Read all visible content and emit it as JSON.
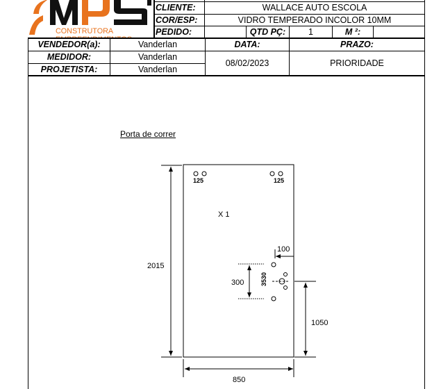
{
  "logo": {
    "letters": "MPS",
    "tagline": "CONSTRUTORA EMPREENDIMENTOS"
  },
  "header": {
    "cliente_label": "CLIENTE:",
    "cliente_value": "WALLACE AUTO ESCOLA",
    "cor_label": "COR/ESP:",
    "cor_value": "VIDRO TEMPERADO INCOLOR 10MM",
    "pedido_label": "PEDIDO:",
    "pedido_value": "",
    "qtd_label": "QTD PÇ:",
    "qtd_value": "1",
    "m2_label": "M ²:",
    "m2_value": ""
  },
  "info": {
    "vendedor_label": "VENDEDOR(a):",
    "vendedor_value": "Vanderlan",
    "medidor_label": "MEDIDOR:",
    "medidor_value": "Vanderlan",
    "projetista_label": "PROJETISTA:",
    "projetista_value": "Vanderlan",
    "data_label": "DATA:",
    "data_value": "08/02/2023",
    "prazo_label": "PRAZO:",
    "prazo_value": "PRIORIDADE"
  },
  "drawing": {
    "title": "Porta de correr",
    "quantity": "X 1",
    "height": "2015",
    "width": "850",
    "hole_left": "125",
    "hole_right": "125",
    "offset_100": "100",
    "spacing_300": "300",
    "handle_3530": "3530",
    "height_1050": "1050"
  },
  "colors": {
    "logo_orange": "#E8731E",
    "logo_black": "#111111"
  }
}
